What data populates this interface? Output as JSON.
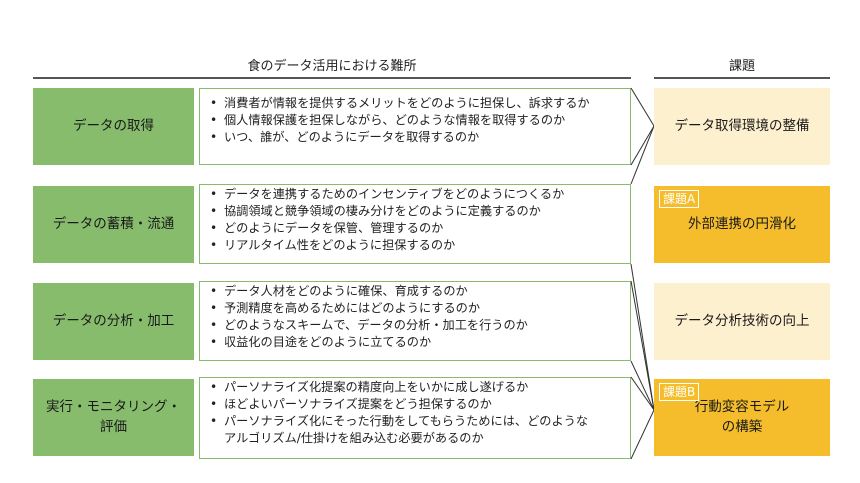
{
  "headers": {
    "left": "食のデータ活用における難所",
    "right": "課題"
  },
  "categories": [
    {
      "label": "データの取得"
    },
    {
      "label": "データの蓄積・流通"
    },
    {
      "label": "データの分析・加工"
    },
    {
      "label": "実行・モニタリング・\n評価"
    }
  ],
  "details": [
    [
      "消費者が情報を提供するメリットをどのように担保し、訴求するか",
      "個人情報保護を担保しながら、どのような情報を取得するのか",
      "いつ、誰が、どのようにデータを取得するのか"
    ],
    [
      "データを連携するためのインセンティブをどのようにつくるか",
      "協調領域と競争領域の棲み分けをどのように定義するのか",
      "どのようにデータを保管、管理するのか",
      "リアルタイム性をどのように担保するのか"
    ],
    [
      "データ人材をどのように確保、育成するのか",
      "予測精度を高めるためにはどのようにするのか",
      "どのようなスキームで、データの分析・加工を行うのか",
      "収益化の目途をどのように立てるのか"
    ],
    [
      "パーソナライズ化提案の精度向上をいかに成し遂げるか",
      "ほどよいパーソナライズ提案をどう担保するのか",
      "パーソナライズ化にそった行動をしてもらうためには、どのような",
      "アルゴリズム/仕掛けを組み込む必要があるのか"
    ]
  ],
  "issues": [
    {
      "label": "データ取得環境の整備",
      "tag": "",
      "style": "light"
    },
    {
      "label": "外部連携の円滑化",
      "tag": "課題A",
      "style": "strong"
    },
    {
      "label": "データ分析技術の向上",
      "tag": "",
      "style": "light"
    },
    {
      "label": "行動変容モデル\nの構築",
      "tag": "課題B",
      "style": "strong"
    }
  ],
  "colors": {
    "category_green": "#86bc6c",
    "issue_light": "#fdf0cf",
    "issue_strong": "#f5bd2b",
    "connector": "#333333"
  }
}
